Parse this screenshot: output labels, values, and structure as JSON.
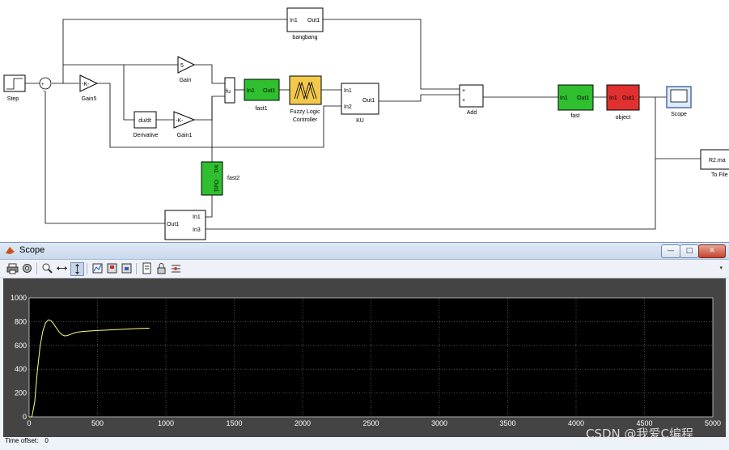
{
  "diagram": {
    "blocks": {
      "step": "Step",
      "gain5": {
        "name": "Gain5",
        "value": "-K-"
      },
      "gain": {
        "name": "Gain",
        "value": "5"
      },
      "derivative": {
        "name": "Derivative",
        "value": "du/dt"
      },
      "gain1": {
        "name": "Gain1",
        "value": "-K-"
      },
      "mux": "fu",
      "fast1": {
        "name": "fast1",
        "in": "In1",
        "out": "Out1"
      },
      "fuzzy": {
        "name_line1": "Fuzzy Logic",
        "name_line2": "Controller"
      },
      "ku": {
        "name": "KU",
        "in1": "In1",
        "in2": "In2",
        "out": "Out1"
      },
      "bangbang": {
        "name": "bangbang",
        "in": "In1",
        "out": "Out1"
      },
      "add": {
        "name": "Add",
        "plus1": "+",
        "plus2": "+"
      },
      "fast": {
        "name": "fast",
        "in": "In1",
        "out": "Out1"
      },
      "object": {
        "name": "object",
        "in": "In1",
        "out": "Out1"
      },
      "scope": "Scope",
      "tofile": {
        "name": "To File",
        "value": "R2.ma"
      },
      "fast2": {
        "name": "fast2",
        "in": "In1",
        "out": "Out1"
      },
      "subsystem": {
        "out": "Out1",
        "in1": "In1",
        "in3": "In3"
      }
    },
    "colors": {
      "green": "#2fbf2f",
      "red": "#e03030",
      "yellow": "#f2c94c"
    }
  },
  "scope": {
    "title": "Scope",
    "time_offset_label": "Time offset:",
    "time_offset_value": "0",
    "toolbar": [
      "print-icon",
      "parameters-icon",
      "zoom-in-icon",
      "zoom-x-icon",
      "zoom-y-icon",
      "autoscale-icon",
      "save-axes-icon",
      "restore-axes-icon",
      "floating-scope-icon",
      "lock-icon",
      "signal-selection-icon"
    ],
    "window_buttons": {
      "minimize": "—",
      "maximize": "□",
      "close": "✕"
    }
  },
  "watermark": "CSDN @我爱C编程",
  "chart_data": {
    "type": "line",
    "xlim": [
      0,
      5000
    ],
    "ylim": [
      0,
      1000
    ],
    "xticks": [
      "0",
      "500",
      "1000",
      "1500",
      "2000",
      "2500",
      "3000",
      "3500",
      "4000",
      "4500",
      "5000"
    ],
    "yticks": [
      "0",
      "200",
      "400",
      "600",
      "800",
      "1000"
    ],
    "grid": true,
    "series": [
      {
        "color": "#ffff80",
        "x": [
          0,
          20,
          40,
          60,
          80,
          100,
          120,
          140,
          160,
          180,
          200,
          220,
          240,
          260,
          280,
          300,
          330,
          360,
          400,
          450,
          500,
          550,
          600,
          650,
          700,
          750,
          800,
          850,
          880
        ],
        "y": [
          0,
          0,
          120,
          380,
          590,
          720,
          790,
          815,
          808,
          780,
          745,
          712,
          690,
          680,
          683,
          692,
          705,
          713,
          718,
          722,
          725,
          728,
          731,
          734,
          737,
          740,
          742,
          744,
          745
        ]
      }
    ]
  }
}
